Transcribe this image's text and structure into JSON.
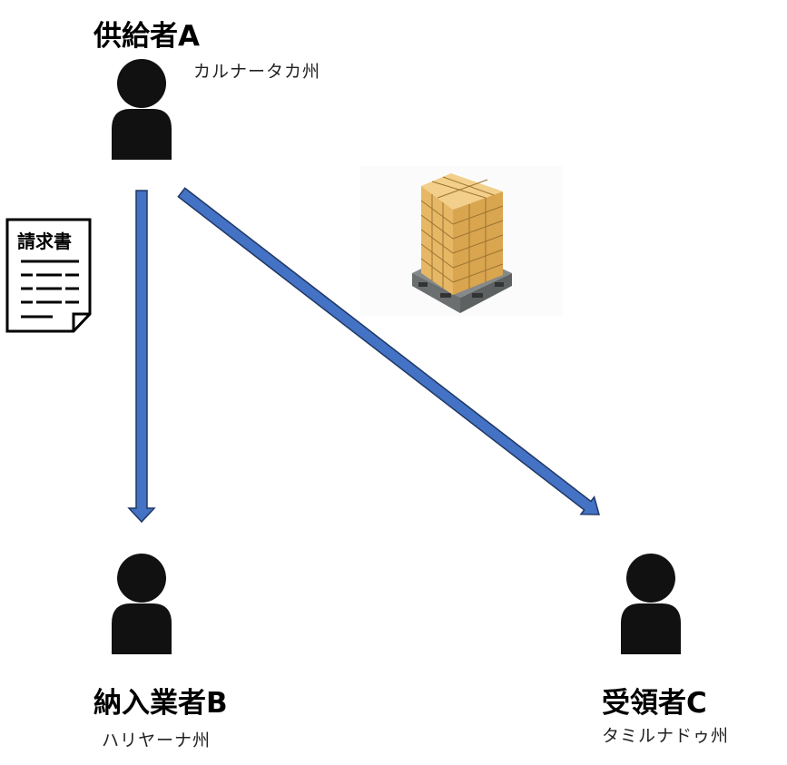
{
  "parties": {
    "supplier": {
      "name": "供給者A",
      "state": "カルナータカ州"
    },
    "vendor": {
      "name": "納入業者B",
      "state": "ハリヤーナ州"
    },
    "recipient": {
      "name": "受領者C",
      "state": "タミルナドゥ州"
    }
  },
  "invoice": {
    "title": "請求書"
  },
  "colors": {
    "arrow": "#4472c4",
    "arrow_border": "#1f3864",
    "box": "#e8b866",
    "pallet": "#6b6f6f"
  }
}
